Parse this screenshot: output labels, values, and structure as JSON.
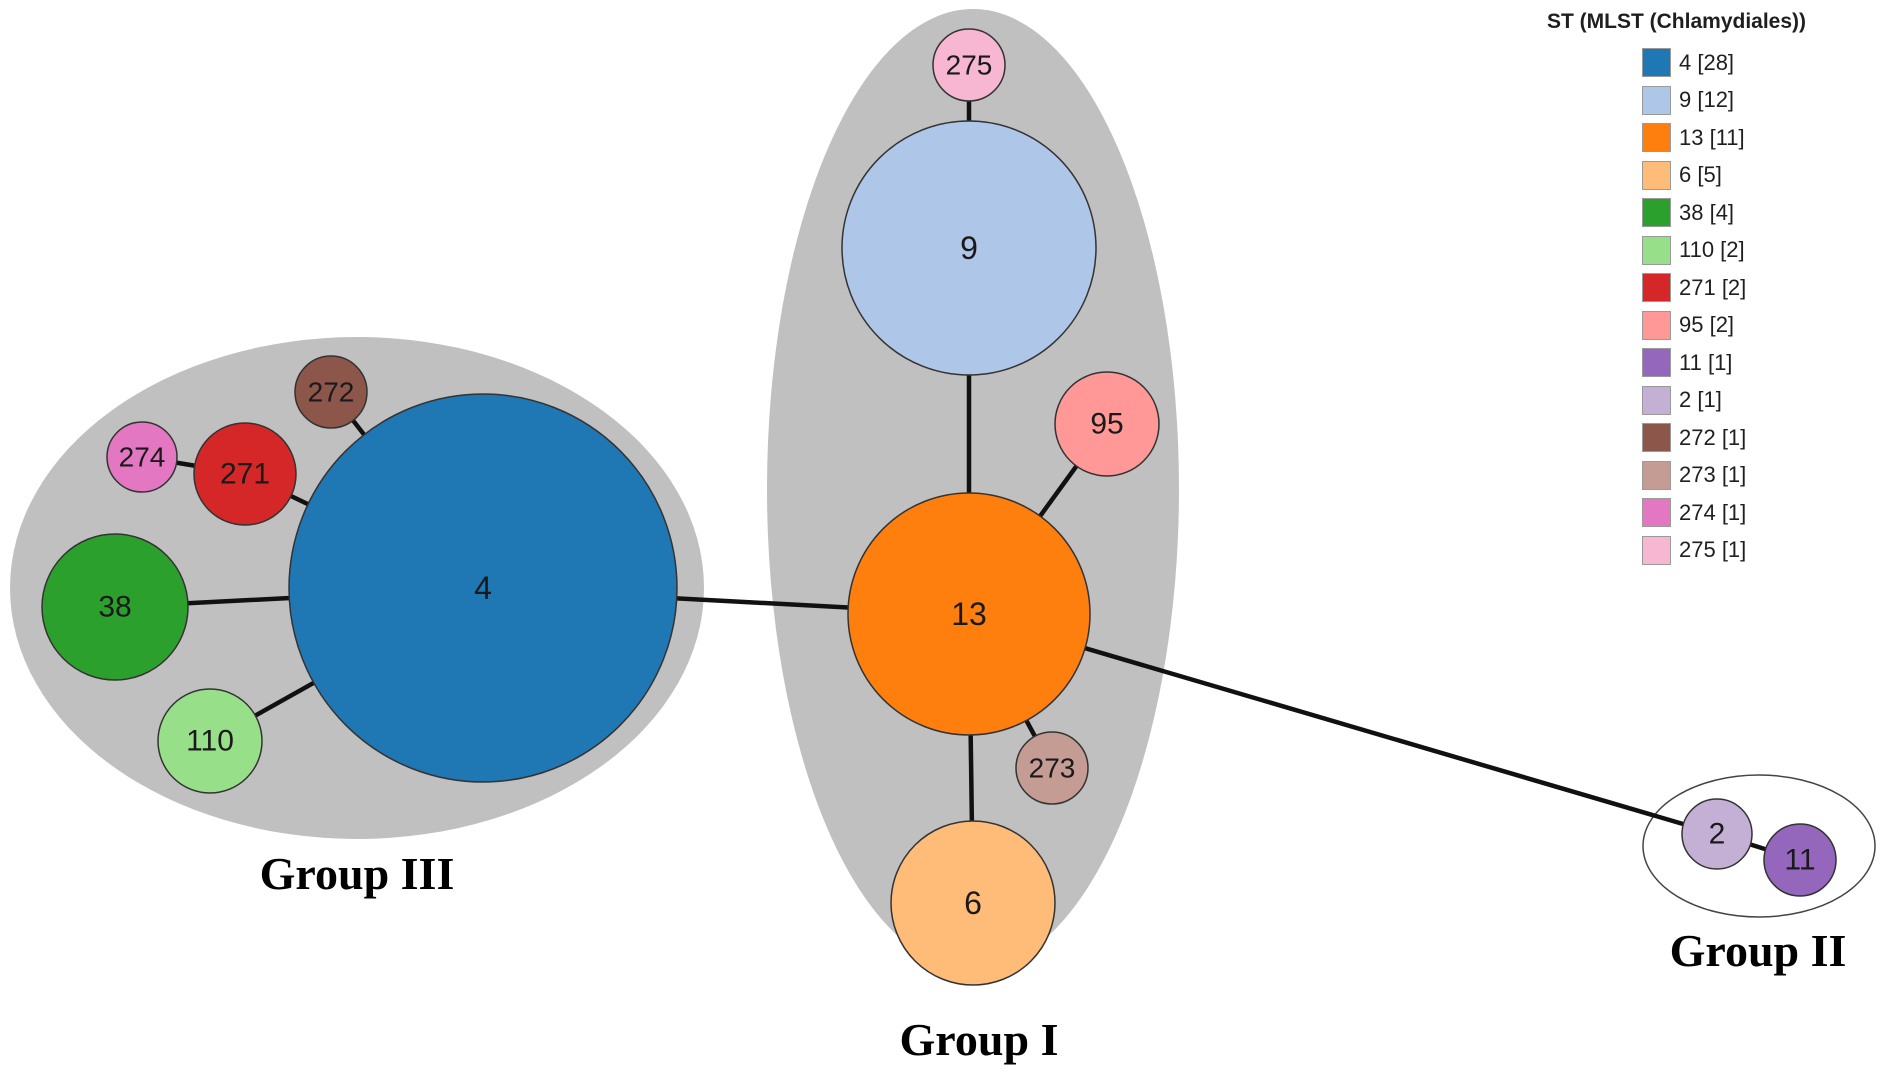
{
  "legend": {
    "title": "ST (MLST (Chlamydiales))",
    "items": [
      {
        "label": "4 [28]",
        "color": "#1f77b4"
      },
      {
        "label": "9 [12]",
        "color": "#aec7e8"
      },
      {
        "label": "13 [11]",
        "color": "#ff7f0e"
      },
      {
        "label": "6 [5]",
        "color": "#ffbb78"
      },
      {
        "label": "38 [4]",
        "color": "#2ca02c"
      },
      {
        "label": "110 [2]",
        "color": "#98df8a"
      },
      {
        "label": "271 [2]",
        "color": "#d62728"
      },
      {
        "label": "95 [2]",
        "color": "#ff9896"
      },
      {
        "label": "11 [1]",
        "color": "#9467bd"
      },
      {
        "label": "2 [1]",
        "color": "#c5b0d5"
      },
      {
        "label": "272 [1]",
        "color": "#8c564b"
      },
      {
        "label": "273 [1]",
        "color": "#c49c94"
      },
      {
        "label": "274 [1]",
        "color": "#e377c2"
      },
      {
        "label": "275 [1]",
        "color": "#f7b6d2"
      }
    ]
  },
  "nodes": [
    {
      "id": "4",
      "label": "4",
      "count": 28,
      "color": "#1f77b4"
    },
    {
      "id": "9",
      "label": "9",
      "count": 12,
      "color": "#aec7e8"
    },
    {
      "id": "13",
      "label": "13",
      "count": 11,
      "color": "#ff7f0e"
    },
    {
      "id": "6",
      "label": "6",
      "count": 5,
      "color": "#ffbb78"
    },
    {
      "id": "38",
      "label": "38",
      "count": 4,
      "color": "#2ca02c"
    },
    {
      "id": "110",
      "label": "110",
      "count": 2,
      "color": "#98df8a"
    },
    {
      "id": "271",
      "label": "271",
      "count": 2,
      "color": "#d62728"
    },
    {
      "id": "95",
      "label": "95",
      "count": 2,
      "color": "#ff9896"
    },
    {
      "id": "11",
      "label": "11",
      "count": 1,
      "color": "#9467bd"
    },
    {
      "id": "2",
      "label": "2",
      "count": 1,
      "color": "#c5b0d5"
    },
    {
      "id": "272",
      "label": "272",
      "count": 1,
      "color": "#8c564b"
    },
    {
      "id": "273",
      "label": "273",
      "count": 1,
      "color": "#c49c94"
    },
    {
      "id": "274",
      "label": "274",
      "count": 1,
      "color": "#e377c2"
    },
    {
      "id": "275",
      "label": "275",
      "count": 1,
      "color": "#f7b6d2"
    }
  ],
  "edges": [
    [
      "4",
      "13"
    ],
    [
      "13",
      "9"
    ],
    [
      "9",
      "275"
    ],
    [
      "13",
      "95"
    ],
    [
      "13",
      "6"
    ],
    [
      "13",
      "273"
    ],
    [
      "13",
      "2"
    ],
    [
      "2",
      "11"
    ],
    [
      "4",
      "38"
    ],
    [
      "4",
      "110"
    ],
    [
      "4",
      "271"
    ],
    [
      "271",
      "274"
    ],
    [
      "4",
      "272"
    ]
  ],
  "groups": [
    {
      "id": "group-i",
      "label": "Group I"
    },
    {
      "id": "group-ii",
      "label": "Group II"
    },
    {
      "id": "group-iii",
      "label": "Group III"
    }
  ]
}
